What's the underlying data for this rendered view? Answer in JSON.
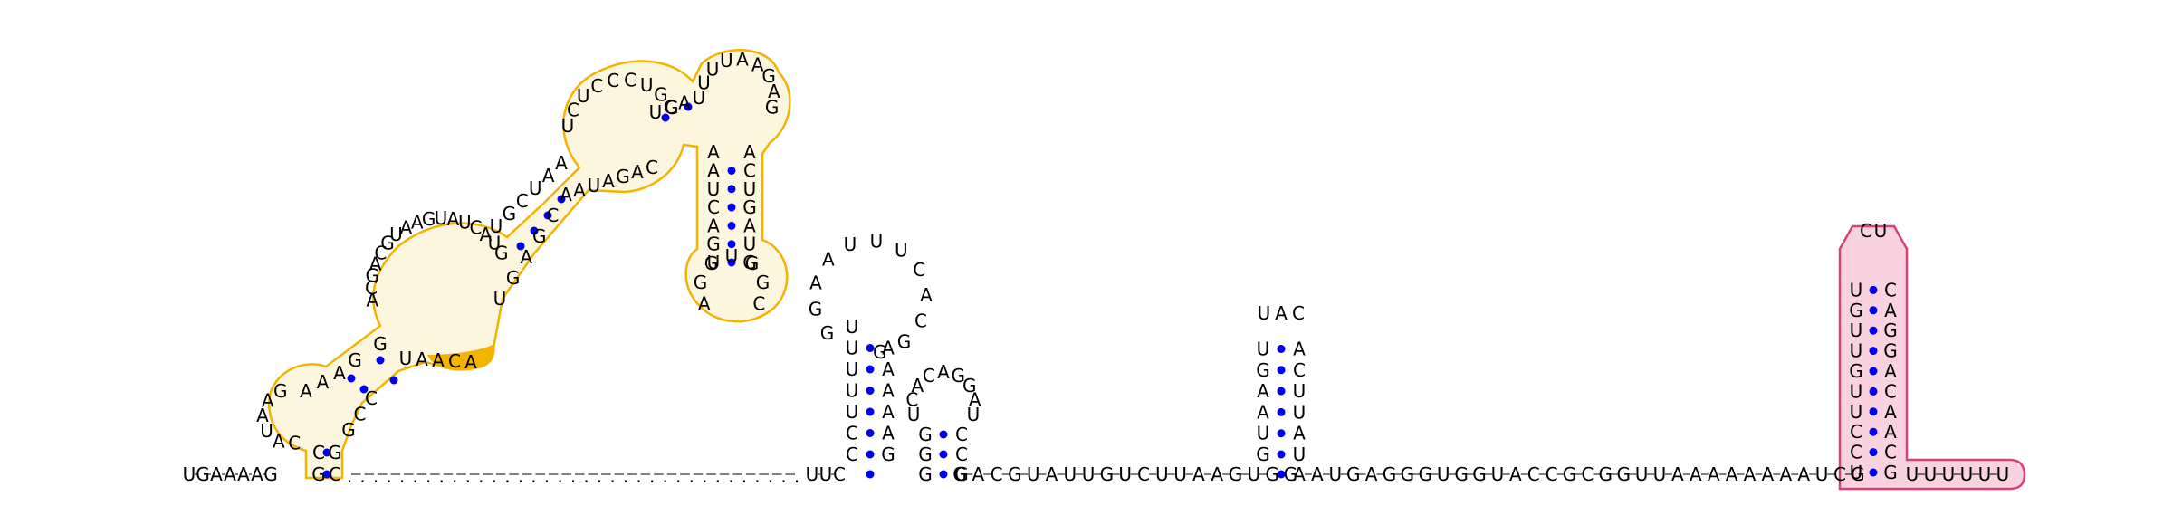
{
  "colors": {
    "pair": "#0000ee",
    "text": "#000000",
    "domain1_outline": "#f2b400",
    "domain1_fill": "#fdf6df",
    "domain1_accent": "#f2b400",
    "domain2_outline": "#d9407a",
    "domain2_fill": "#f9d2df"
  },
  "sequence": {
    "five_prime_tail": "UGAAAAG",
    "gap_run": "...................................",
    "mid_linker_1": "UUC",
    "stem_a_5": "CCUUUUU",
    "stem_a_loop": "GGAAUUUCACGG",
    "stem_a_3": "GAAAAA",
    "mid_linker_2": "GACGUAUUGUCUUAAGUGG",
    "stem_b_5": "GUAAGU",
    "stem_b_loop": "UAC",
    "stem_b_3": "UAUUCA",
    "mid_linker_3": "AAUGAGGGUGGUACCGCGGUUAAAAAAAAUCG",
    "terminator_stem_5": "UCCUUGUUGU",
    "terminator_loop": "CU",
    "terminator_stem_3": "GCAACAGGAC",
    "three_prime_tail": "UUUUUU",
    "domain1_arm": "CCCAUAAGCGAAUUCCCUGACAUCAUGCGA",
    "domain1_hairpin": "UUUAAGAGCUCGUGG"
  }
}
